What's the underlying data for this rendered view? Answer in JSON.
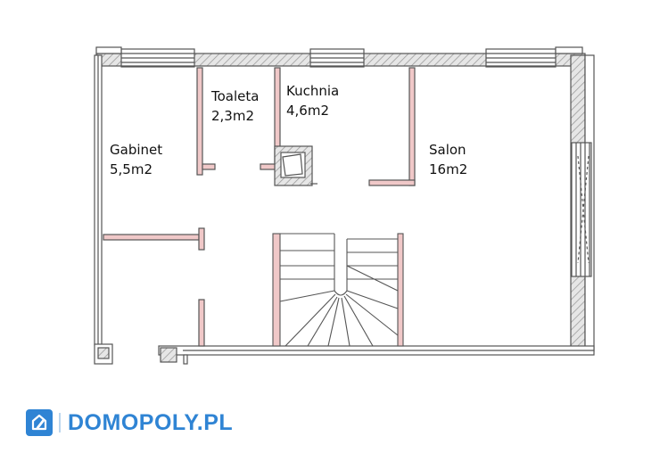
{
  "rooms": [
    {
      "name": "Gabinet",
      "area": "5,5m2"
    },
    {
      "name": "Toaleta",
      "area": "2,3m2"
    },
    {
      "name": "Kuchnia",
      "area": "4,6m2"
    },
    {
      "name": "Salon",
      "area": "16m2"
    }
  ],
  "brand": {
    "name": "DOMOPOLY.PL",
    "color": "#2f84d4"
  },
  "colors": {
    "wall": "#f0c8c8",
    "wall_outline": "#555555",
    "hatch": "#cccccc"
  }
}
